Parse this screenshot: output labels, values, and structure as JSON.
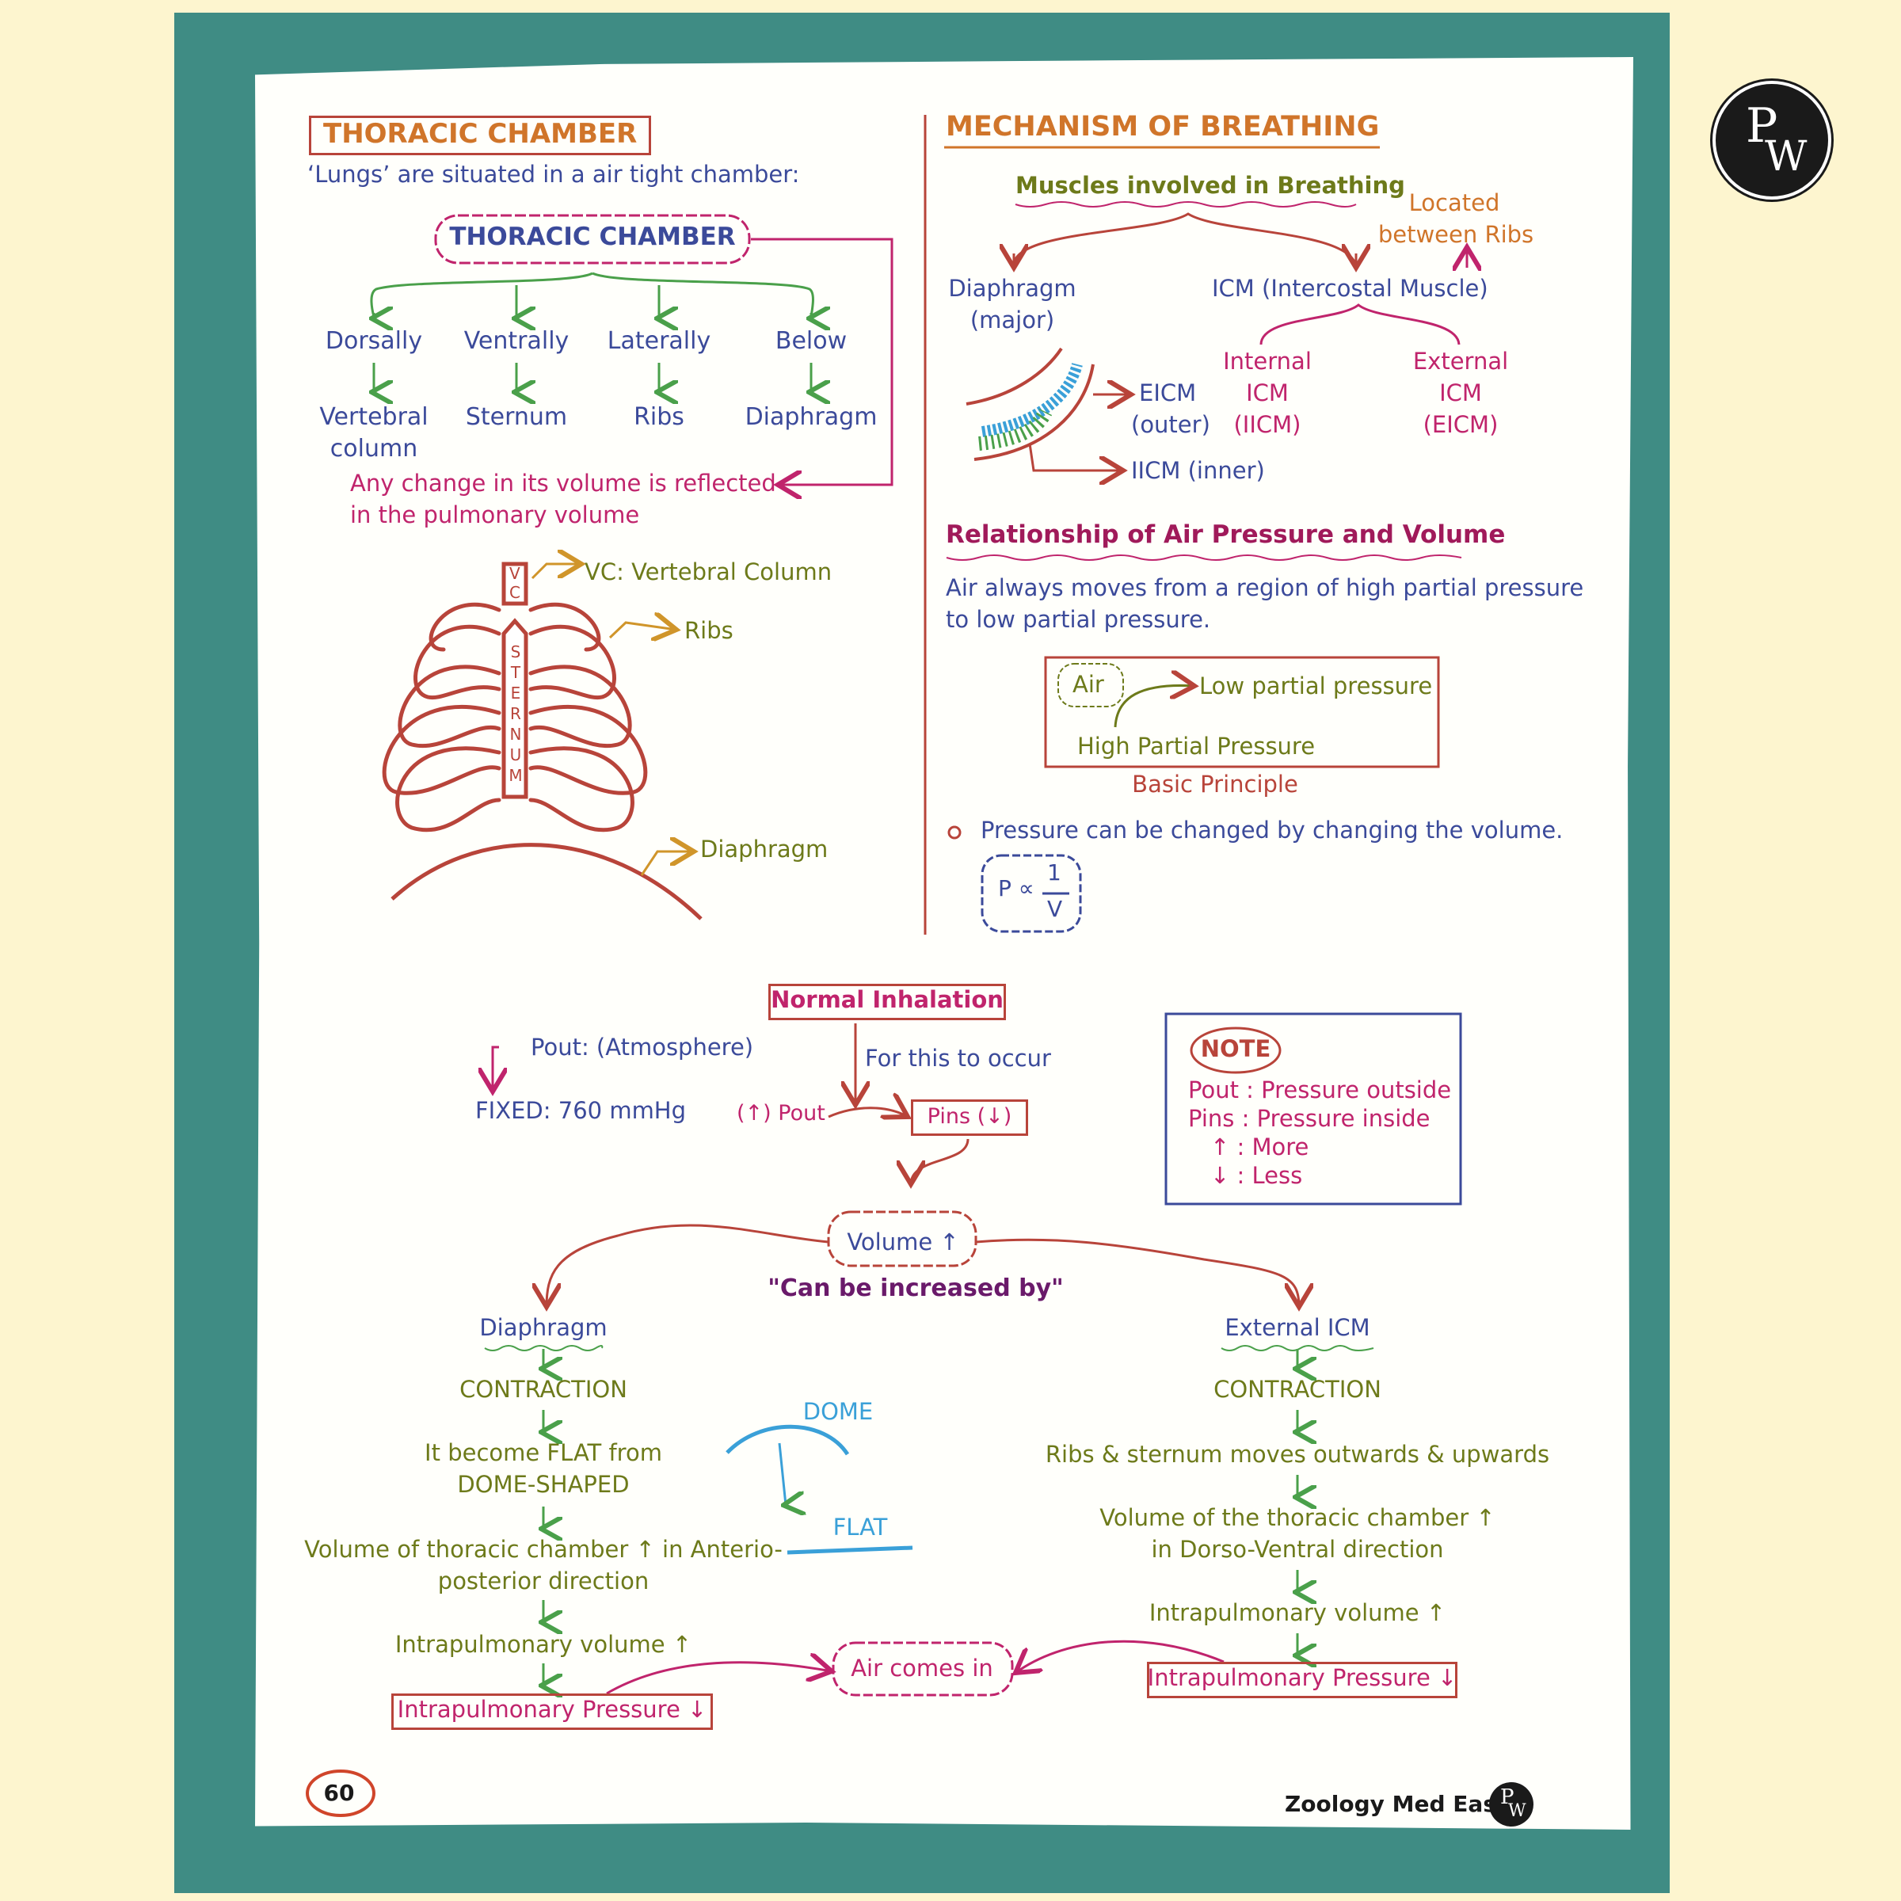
{
  "left": {
    "heading": "THORACIC CHAMBER",
    "intro": "‘Lungs’ are situated in a air tight chamber:",
    "chamber_label": "THORACIC CHAMBER",
    "directions": [
      "Dorsally",
      "Ventrally",
      "Laterally",
      "Below"
    ],
    "boundaries": [
      "Vertebral",
      "column",
      "Sternum",
      "Ribs",
      "Diaphragm"
    ],
    "change_line1": "Any change in its volume is reflected",
    "change_line2": "in the pulmonary volume",
    "vc_letters": "V C",
    "vc_label": "VC: Vertebral Column",
    "ribs_label": "Ribs",
    "sternum_letters": [
      "S",
      "T",
      "E",
      "R",
      "N",
      "U",
      "M"
    ],
    "diaphragm_label": "Diaphragm"
  },
  "right": {
    "heading": "MECHANISM OF BREATHING",
    "muscles_title": "Muscles involved in Breathing",
    "located1": "Located",
    "located2": "between Ribs",
    "diaphragm1": "Diaphragm",
    "diaphragm2": "(major)",
    "icm": "ICM (Intercostal Muscle)",
    "internal": [
      "Internal",
      "ICM",
      "(IICM)"
    ],
    "external": [
      "External",
      "ICM",
      "(EICM)"
    ],
    "eicm1": "EICM",
    "eicm2": "(outer)",
    "iicm": "IICM (inner)",
    "relation_title": "Relationship of Air Pressure and Volume",
    "relation_line1": "Air always moves from a region of high partial pressure",
    "relation_line2": "to low partial pressure.",
    "air": "Air",
    "low_pp": "Low partial pressure",
    "high_pp": "High Partial Pressure",
    "basic_principle": "Basic Principle",
    "bullet": "Pressure can be changed by changing the volume.",
    "formula_p": "P ∝",
    "formula_num": "1",
    "formula_den": "V"
  },
  "bottom": {
    "normal_inhalation": "Normal Inhalation",
    "pout_atm": "Pout: (Atmosphere)",
    "fixed": "FIXED: 760 mmHg",
    "for_this": "For this to occur",
    "up_pout": "(↑) Pout",
    "pins_down": "Pins (↓)",
    "volume_up": "Volume ↑",
    "can_be": "\"Can be increased by\"",
    "diaphragm_title": "Diaphragm",
    "d_contraction": "CONTRACTION",
    "d_flat1": "It become FLAT from",
    "d_flat2": "DOME-SHAPED",
    "d_vol1": "Volume of thoracic chamber ↑ in Anterio-",
    "d_vol2": "posterior direction",
    "d_intra_vol": "Intrapulmonary volume ↑",
    "d_intra_p": "Intrapulmonary Pressure ↓",
    "dome": "DOME",
    "flat": "FLAT",
    "air_comes": "Air comes in",
    "eicm_title": "External ICM",
    "e_contraction": "CONTRACTION",
    "e_ribs": "Ribs & sternum moves outwards & upwards",
    "e_vol1": "Volume of the thoracic chamber ↑",
    "e_vol2": "in Dorso-Ventral direction",
    "e_intra_vol": "Intrapulmonary volume ↑",
    "e_intra_p": "Intrapulmonary Pressure ↓"
  },
  "note": {
    "title": "NOTE",
    "lines": [
      "Pout : Pressure outside",
      "Pins : Pressure inside",
      "↑ : More",
      "↓ : Less"
    ]
  },
  "footer": {
    "page": "60",
    "book": "Zoology Med Easy"
  },
  "logo": {
    "p": "P",
    "w": "W"
  },
  "colors": {
    "frame": "#3f8c84",
    "background": "#fdf5cf",
    "accent_red": "#b8443a",
    "blue": "#3b4a9a",
    "green": "#6d7a1a",
    "pink": "#c0246c"
  }
}
